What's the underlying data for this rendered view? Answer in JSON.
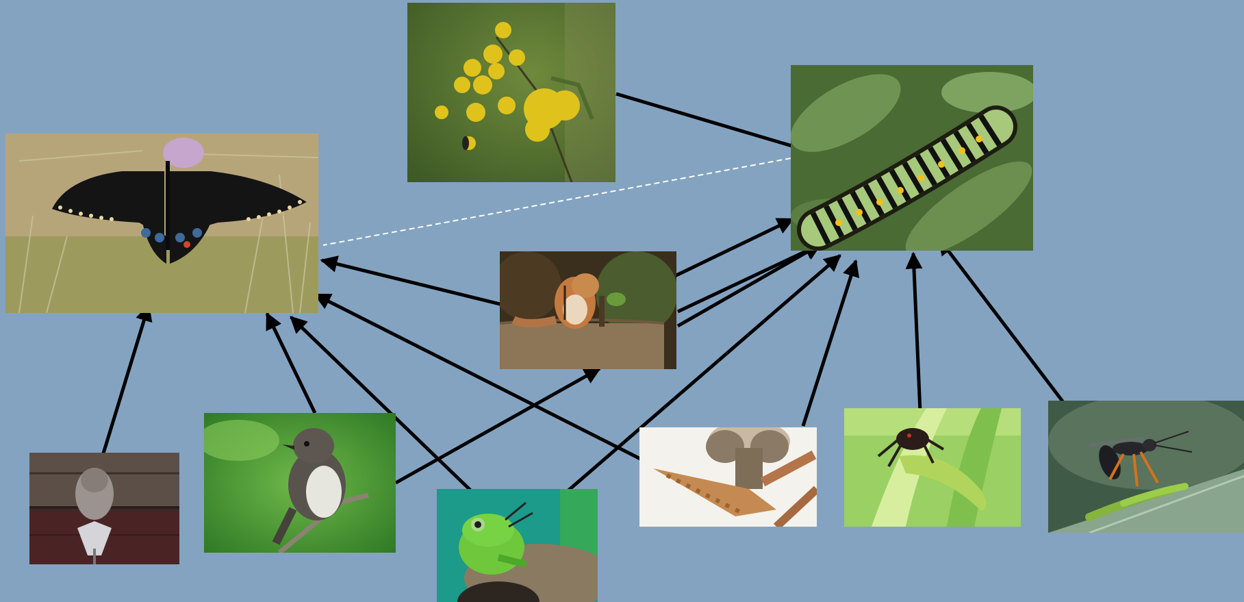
{
  "diagram": {
    "type": "food-web",
    "background_color": "#84a3c1",
    "nodes": [
      {
        "id": "fennel-flowers",
        "icon": "yellow-flowers-photo"
      },
      {
        "id": "swallowtail-caterpillar",
        "icon": "striped-caterpillar-photo"
      },
      {
        "id": "black-swallowtail-butterfly",
        "icon": "black-butterfly-photo"
      },
      {
        "id": "chipmunk",
        "icon": "chipmunk-photo"
      },
      {
        "id": "bat",
        "icon": "bat-photo"
      },
      {
        "id": "phoebe-bird",
        "icon": "small-bird-photo"
      },
      {
        "id": "tree-frog",
        "icon": "green-frog-photo"
      },
      {
        "id": "robber-fly",
        "icon": "fly-photo"
      },
      {
        "id": "jumping-spider",
        "icon": "spider-photo"
      },
      {
        "id": "parasitic-wasp",
        "icon": "wasp-photo"
      }
    ],
    "edges": [
      {
        "from": "fennel-flowers",
        "to": "swallowtail-caterpillar",
        "style": "solid-arrow"
      },
      {
        "from": "swallowtail-caterpillar",
        "to": "black-swallowtail-butterfly",
        "style": "dashed-line"
      },
      {
        "from": "chipmunk",
        "to": "black-swallowtail-butterfly",
        "style": "solid-arrow"
      },
      {
        "from": "chipmunk",
        "to": "swallowtail-caterpillar",
        "style": "solid-arrow"
      },
      {
        "from": "bat",
        "to": "black-swallowtail-butterfly",
        "style": "solid-arrow"
      },
      {
        "from": "phoebe-bird",
        "to": "black-swallowtail-butterfly",
        "style": "solid-arrow"
      },
      {
        "from": "phoebe-bird",
        "to": "swallowtail-caterpillar",
        "style": "solid-arrow"
      },
      {
        "from": "tree-frog",
        "to": "black-swallowtail-butterfly",
        "style": "solid-arrow"
      },
      {
        "from": "tree-frog",
        "to": "swallowtail-caterpillar",
        "style": "solid-arrow"
      },
      {
        "from": "robber-fly",
        "to": "black-swallowtail-butterfly",
        "style": "solid-arrow"
      },
      {
        "from": "robber-fly",
        "to": "swallowtail-caterpillar",
        "style": "solid-arrow"
      },
      {
        "from": "jumping-spider",
        "to": "swallowtail-caterpillar",
        "style": "solid-arrow"
      },
      {
        "from": "parasitic-wasp",
        "to": "swallowtail-caterpillar",
        "style": "solid-arrow"
      }
    ]
  }
}
